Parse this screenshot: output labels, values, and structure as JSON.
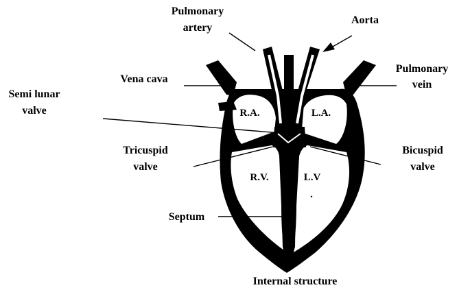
{
  "labels": {
    "pulmonary_artery": [
      "Pulmonary",
      "artery"
    ],
    "aorta": "Aorta",
    "vena_cava": "Vena cava",
    "pulmonary_vein": [
      "Pulmonary",
      "vein"
    ],
    "semi_lunar_valve": [
      "Semi lunar",
      "valve"
    ],
    "tricuspid_valve": [
      "Tricuspid",
      "valve"
    ],
    "bicuspid_valve": [
      "Bicuspid",
      "valve"
    ],
    "septum": "Septum",
    "chamber_ra": "R.A.",
    "chamber_la": "L.A.",
    "chamber_rv": "R.V.",
    "chamber_lv": [
      "L.V",
      "."
    ],
    "caption": "Internal structure"
  }
}
